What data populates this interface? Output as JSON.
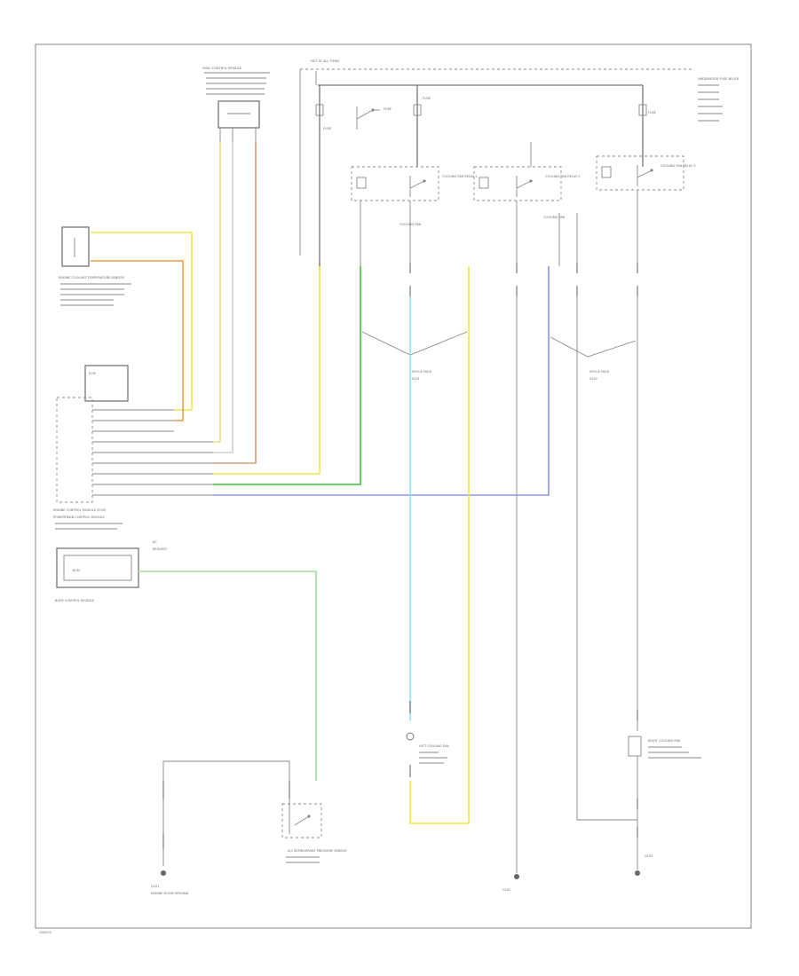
{
  "diagram": {
    "footer_id": "G00000",
    "colors": {
      "yellow": "#f2e64a",
      "orange": "#e8a24a",
      "tan": "#d9b38c",
      "white": "#d0d0d0",
      "green": "#3cbf3c",
      "light_green": "#9be09b",
      "cyan": "#8fe3f0",
      "blue": "#8f94e8",
      "frame": "#888888"
    },
    "labels": {
      "hvac_module": "HVAC CONTROL MODULE",
      "hot_at_all_times": "HOT AT ALL TIMES",
      "fuse_block": "UNDERHOOD FUSE BLOCK",
      "engine_coolant_sensor": "ENGINE COOLANT TEMPERATURE SENSOR",
      "ecm": "ENGINE CONTROL MODULE (ECM)",
      "ecm_sub": "POWERTRAIN CONTROL MODULE",
      "bcm": "BODY CONTROL MODULE",
      "cooling_fan_relay_1": "COOLING FAN RELAY 1",
      "cooling_fan_relay_2": "COOLING FAN RELAY 2",
      "cooling_fan_relay_3": "COOLING FAN RELAY 3",
      "splice_left": "SPLICE PACK",
      "splice_right": "SPLICE PACK",
      "left_fan": "LEFT COOLING FAN",
      "right_fan": "RIGHT COOLING FAN",
      "ground_left": "G101",
      "ground_mid": "G102",
      "ground_right": "G103",
      "pressure_switch": "A/C REFRIGERANT PRESSURE SENSOR",
      "engine_room_ground": "ENGINE ROOM GROUND"
    }
  }
}
